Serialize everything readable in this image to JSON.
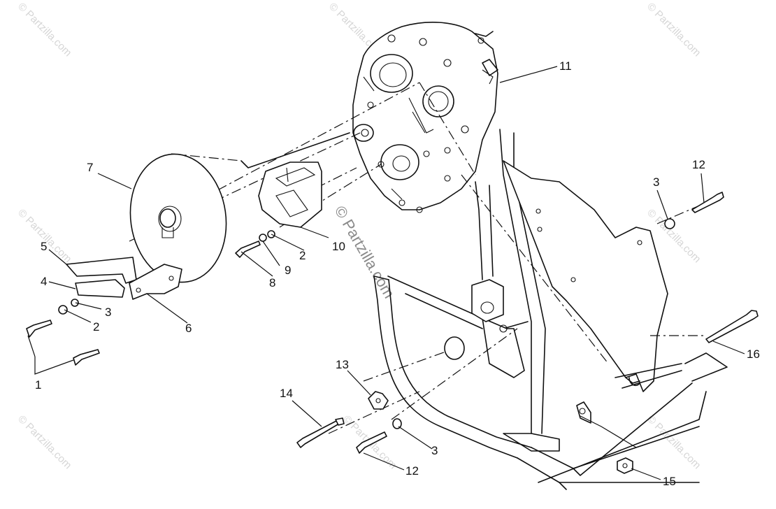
{
  "watermark": {
    "text": "© Partzilla.com",
    "center_text": "© Partzilla.com"
  },
  "callouts": {
    "c1": "1",
    "c2a": "2",
    "c2b": "2",
    "c3a": "3",
    "c3b": "3",
    "c3c": "3",
    "c4": "4",
    "c5": "5",
    "c6": "6",
    "c7": "7",
    "c8": "8",
    "c9": "9",
    "c10": "10",
    "c11": "11",
    "c12a": "12",
    "c12b": "12",
    "c13": "13",
    "c14": "14",
    "c15": "15",
    "c16": "16"
  }
}
